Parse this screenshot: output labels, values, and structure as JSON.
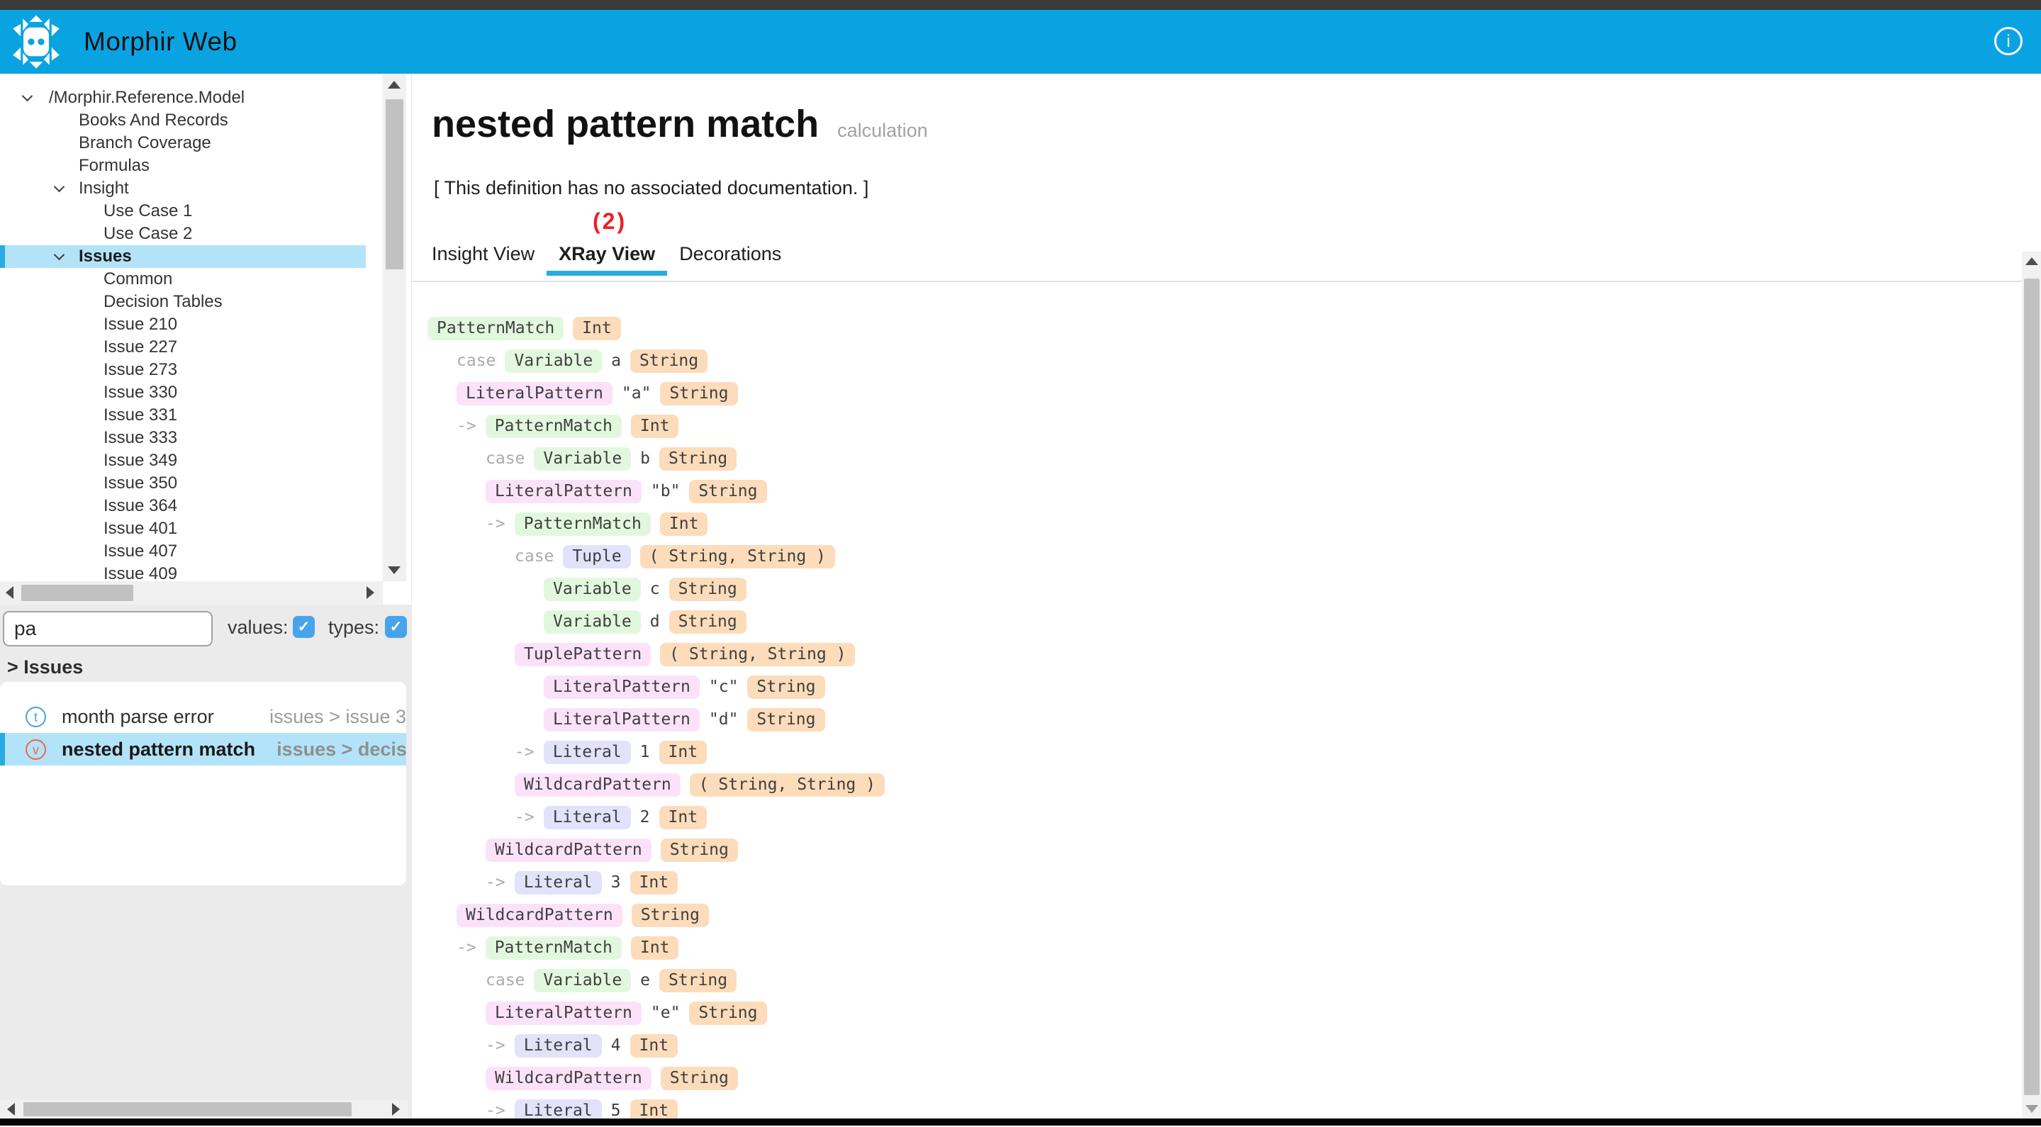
{
  "header": {
    "title": "Morphir Web"
  },
  "icons": {
    "logo": "morphir-logo",
    "info": "info-icon",
    "tree_expander": "chevron-down-icon",
    "type_result": "type-icon",
    "value_result": "value-icon"
  },
  "colors": {
    "header_blue": "#0aa3e2",
    "accent_blue": "#29abe2",
    "highlight_blue": "#b3e3f8",
    "checkbox_blue": "#47a4ec",
    "tag_green": "#e2f8de",
    "tag_orange": "#fcdcba",
    "tag_pink": "#fbe2f9",
    "tag_lavender": "#e2e2fa",
    "annotation_red": "#e82127",
    "type_icon_blue": "#4aa0e0",
    "value_icon_orange": "#ee6a45"
  },
  "sidebar": {
    "tree": [
      {
        "label": "/Morphir.Reference.Model",
        "level": 0,
        "expanded": true,
        "selected": false
      },
      {
        "label": "Books And Records",
        "level": 1,
        "expanded": false,
        "selected": false
      },
      {
        "label": "Branch Coverage",
        "level": 1,
        "expanded": false,
        "selected": false
      },
      {
        "label": "Formulas",
        "level": 1,
        "expanded": false,
        "selected": false
      },
      {
        "label": "Insight",
        "level": 1,
        "expanded": true,
        "selected": false
      },
      {
        "label": "Use Case 1",
        "level": 2,
        "expanded": false,
        "selected": false
      },
      {
        "label": "Use Case 2",
        "level": 2,
        "expanded": false,
        "selected": false
      },
      {
        "label": "Issues",
        "level": 1,
        "expanded": true,
        "selected": true
      },
      {
        "label": "Common",
        "level": 2,
        "expanded": false,
        "selected": false
      },
      {
        "label": "Decision Tables",
        "level": 2,
        "expanded": false,
        "selected": false
      },
      {
        "label": "Issue 210",
        "level": 2,
        "expanded": false,
        "selected": false
      },
      {
        "label": "Issue 227",
        "level": 2,
        "expanded": false,
        "selected": false
      },
      {
        "label": "Issue 273",
        "level": 2,
        "expanded": false,
        "selected": false
      },
      {
        "label": "Issue 330",
        "level": 2,
        "expanded": false,
        "selected": false
      },
      {
        "label": "Issue 331",
        "level": 2,
        "expanded": false,
        "selected": false
      },
      {
        "label": "Issue 333",
        "level": 2,
        "expanded": false,
        "selected": false
      },
      {
        "label": "Issue 349",
        "level": 2,
        "expanded": false,
        "selected": false
      },
      {
        "label": "Issue 350",
        "level": 2,
        "expanded": false,
        "selected": false
      },
      {
        "label": "Issue 364",
        "level": 2,
        "expanded": false,
        "selected": false
      },
      {
        "label": "Issue 401",
        "level": 2,
        "expanded": false,
        "selected": false
      },
      {
        "label": "Issue 407",
        "level": 2,
        "expanded": false,
        "selected": false
      },
      {
        "label": "Issue 409",
        "level": 2,
        "expanded": false,
        "selected": false
      }
    ],
    "search": {
      "value": "pa",
      "values_label": "values:",
      "types_label": "types:",
      "values_checked": true,
      "types_checked": true
    },
    "results_header": "> Issues",
    "results": [
      {
        "icon": "type-icon",
        "letter": "t",
        "name": "month parse error",
        "path": "issues > issue 3",
        "selected": false
      },
      {
        "icon": "value-icon",
        "letter": "v",
        "name": "nested pattern match",
        "path": "issues > decisio",
        "selected": true
      }
    ]
  },
  "main": {
    "title": "nested pattern match",
    "subtitle": "calculation",
    "doc": "[ This definition has no associated documentation. ]",
    "annotation": "(2)",
    "tabs": [
      {
        "label": "Insight View",
        "active": false
      },
      {
        "label": "XRay View",
        "active": true
      },
      {
        "label": "Decorations",
        "active": false
      }
    ],
    "xray_rows": [
      {
        "indent": 0,
        "tokens": [
          {
            "k": "tag",
            "c": "green",
            "v": "PatternMatch"
          },
          {
            "k": "tag",
            "c": "orange",
            "v": "Int"
          }
        ]
      },
      {
        "indent": 1,
        "tokens": [
          {
            "k": "kw",
            "v": "case"
          },
          {
            "k": "tag",
            "c": "green",
            "v": "Variable"
          },
          {
            "k": "plain",
            "v": "a"
          },
          {
            "k": "tag",
            "c": "orange",
            "v": "String"
          }
        ]
      },
      {
        "indent": 1,
        "tokens": [
          {
            "k": "tag",
            "c": "pink",
            "v": "LiteralPattern"
          },
          {
            "k": "plain",
            "v": "\"a\""
          },
          {
            "k": "tag",
            "c": "orange",
            "v": "String"
          }
        ]
      },
      {
        "indent": 1,
        "tokens": [
          {
            "k": "kw",
            "v": "->"
          },
          {
            "k": "tag",
            "c": "green",
            "v": "PatternMatch"
          },
          {
            "k": "tag",
            "c": "orange",
            "v": "Int"
          }
        ]
      },
      {
        "indent": 2,
        "tokens": [
          {
            "k": "kw",
            "v": "case"
          },
          {
            "k": "tag",
            "c": "green",
            "v": "Variable"
          },
          {
            "k": "plain",
            "v": "b"
          },
          {
            "k": "tag",
            "c": "orange",
            "v": "String"
          }
        ]
      },
      {
        "indent": 2,
        "tokens": [
          {
            "k": "tag",
            "c": "pink",
            "v": "LiteralPattern"
          },
          {
            "k": "plain",
            "v": "\"b\""
          },
          {
            "k": "tag",
            "c": "orange",
            "v": "String"
          }
        ]
      },
      {
        "indent": 2,
        "tokens": [
          {
            "k": "kw",
            "v": "->"
          },
          {
            "k": "tag",
            "c": "green",
            "v": "PatternMatch"
          },
          {
            "k": "tag",
            "c": "orange",
            "v": "Int"
          }
        ]
      },
      {
        "indent": 3,
        "tokens": [
          {
            "k": "kw",
            "v": "case"
          },
          {
            "k": "tag",
            "c": "lavender",
            "v": "Tuple"
          },
          {
            "k": "tag",
            "c": "orange",
            "v": "( String, String )"
          }
        ]
      },
      {
        "indent": 4,
        "tokens": [
          {
            "k": "tag",
            "c": "green",
            "v": "Variable"
          },
          {
            "k": "plain",
            "v": "c"
          },
          {
            "k": "tag",
            "c": "orange",
            "v": "String"
          }
        ]
      },
      {
        "indent": 4,
        "tokens": [
          {
            "k": "tag",
            "c": "green",
            "v": "Variable"
          },
          {
            "k": "plain",
            "v": "d"
          },
          {
            "k": "tag",
            "c": "orange",
            "v": "String"
          }
        ]
      },
      {
        "indent": 3,
        "tokens": [
          {
            "k": "tag",
            "c": "pink",
            "v": "TuplePattern"
          },
          {
            "k": "tag",
            "c": "orange",
            "v": "( String, String )"
          }
        ]
      },
      {
        "indent": 4,
        "tokens": [
          {
            "k": "tag",
            "c": "pink",
            "v": "LiteralPattern"
          },
          {
            "k": "plain",
            "v": "\"c\""
          },
          {
            "k": "tag",
            "c": "orange",
            "v": "String"
          }
        ]
      },
      {
        "indent": 4,
        "tokens": [
          {
            "k": "tag",
            "c": "pink",
            "v": "LiteralPattern"
          },
          {
            "k": "plain",
            "v": "\"d\""
          },
          {
            "k": "tag",
            "c": "orange",
            "v": "String"
          }
        ]
      },
      {
        "indent": 3,
        "tokens": [
          {
            "k": "kw",
            "v": "->"
          },
          {
            "k": "tag",
            "c": "lavender",
            "v": "Literal"
          },
          {
            "k": "plain",
            "v": "1"
          },
          {
            "k": "tag",
            "c": "orange",
            "v": "Int"
          }
        ]
      },
      {
        "indent": 3,
        "tokens": [
          {
            "k": "tag",
            "c": "pink",
            "v": "WildcardPattern"
          },
          {
            "k": "tag",
            "c": "orange",
            "v": "( String, String )"
          }
        ]
      },
      {
        "indent": 3,
        "tokens": [
          {
            "k": "kw",
            "v": "->"
          },
          {
            "k": "tag",
            "c": "lavender",
            "v": "Literal"
          },
          {
            "k": "plain",
            "v": "2"
          },
          {
            "k": "tag",
            "c": "orange",
            "v": "Int"
          }
        ]
      },
      {
        "indent": 2,
        "tokens": [
          {
            "k": "tag",
            "c": "pink",
            "v": "WildcardPattern"
          },
          {
            "k": "tag",
            "c": "orange",
            "v": "String"
          }
        ]
      },
      {
        "indent": 2,
        "tokens": [
          {
            "k": "kw",
            "v": "->"
          },
          {
            "k": "tag",
            "c": "lavender",
            "v": "Literal"
          },
          {
            "k": "plain",
            "v": "3"
          },
          {
            "k": "tag",
            "c": "orange",
            "v": "Int"
          }
        ]
      },
      {
        "indent": 1,
        "tokens": [
          {
            "k": "tag",
            "c": "pink",
            "v": "WildcardPattern"
          },
          {
            "k": "tag",
            "c": "orange",
            "v": "String"
          }
        ]
      },
      {
        "indent": 1,
        "tokens": [
          {
            "k": "kw",
            "v": "->"
          },
          {
            "k": "tag",
            "c": "green",
            "v": "PatternMatch"
          },
          {
            "k": "tag",
            "c": "orange",
            "v": "Int"
          }
        ]
      },
      {
        "indent": 2,
        "tokens": [
          {
            "k": "kw",
            "v": "case"
          },
          {
            "k": "tag",
            "c": "green",
            "v": "Variable"
          },
          {
            "k": "plain",
            "v": "e"
          },
          {
            "k": "tag",
            "c": "orange",
            "v": "String"
          }
        ]
      },
      {
        "indent": 2,
        "tokens": [
          {
            "k": "tag",
            "c": "pink",
            "v": "LiteralPattern"
          },
          {
            "k": "plain",
            "v": "\"e\""
          },
          {
            "k": "tag",
            "c": "orange",
            "v": "String"
          }
        ]
      },
      {
        "indent": 2,
        "tokens": [
          {
            "k": "kw",
            "v": "->"
          },
          {
            "k": "tag",
            "c": "lavender",
            "v": "Literal"
          },
          {
            "k": "plain",
            "v": "4"
          },
          {
            "k": "tag",
            "c": "orange",
            "v": "Int"
          }
        ]
      },
      {
        "indent": 2,
        "tokens": [
          {
            "k": "tag",
            "c": "pink",
            "v": "WildcardPattern"
          },
          {
            "k": "tag",
            "c": "orange",
            "v": "String"
          }
        ]
      },
      {
        "indent": 2,
        "tokens": [
          {
            "k": "kw",
            "v": "->"
          },
          {
            "k": "tag",
            "c": "lavender",
            "v": "Literal"
          },
          {
            "k": "plain",
            "v": "5"
          },
          {
            "k": "tag",
            "c": "orange",
            "v": "Int"
          }
        ]
      }
    ]
  }
}
